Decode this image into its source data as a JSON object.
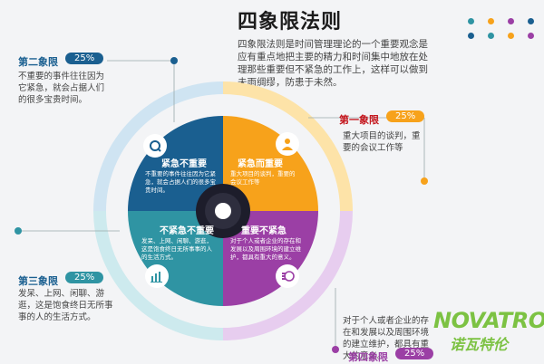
{
  "title": "四象限法则",
  "intro": "四象限法则是时间管理理论的一个重要观念是应有重点地把主要的精力和时间集中地放在处理那些重要但不紧急的工作上，这样可以做到未雨绸缪，防患于未然。",
  "colors": {
    "q1": "#f7a21b",
    "q2": "#1a5f90",
    "q3": "#2f94a3",
    "q4": "#9b3fa5",
    "accent_logo": "#7cc243"
  },
  "quadrants": {
    "q1": {
      "head": "第一象限",
      "pct": "25%",
      "desc": "重大项目的谈判，重要的会议工作等",
      "inner_label": "紧急而重要",
      "inner_text": "重大项目的谈判，重要的会议工作等"
    },
    "q2": {
      "head": "第二象限",
      "pct": "25%",
      "desc": "不重要的事件往往因为它紧急，就会占据人们的很多宝贵时间。",
      "inner_label": "紧急不重要",
      "inner_text": "不重要的事件往往因为它紧急，就会占据人们的很多宝贵时间。"
    },
    "q3": {
      "head": "第三象限",
      "pct": "25%",
      "desc": "发呆、上网、闲聊、游逛，这是饱食终日无所事事的人的生活方式。",
      "inner_label": "不紧急不重要",
      "inner_text": "发呆、上网、闲聊、游逛，这是饱食终日无所事事的人的生活方式。"
    },
    "q4": {
      "head": "第四象限",
      "pct": "25%",
      "desc": "对于个人或者企业的存在和发展以及周围环境的建立维护，都具有重大的意义。",
      "inner_label": "重要不紧急",
      "inner_text": "对于个人或者企业的存在和发展以及周围环境的建立维护，都具有重大的意义。"
    }
  },
  "logo": {
    "word": "NOVATRON",
    "cn": "诺瓦特伦"
  }
}
